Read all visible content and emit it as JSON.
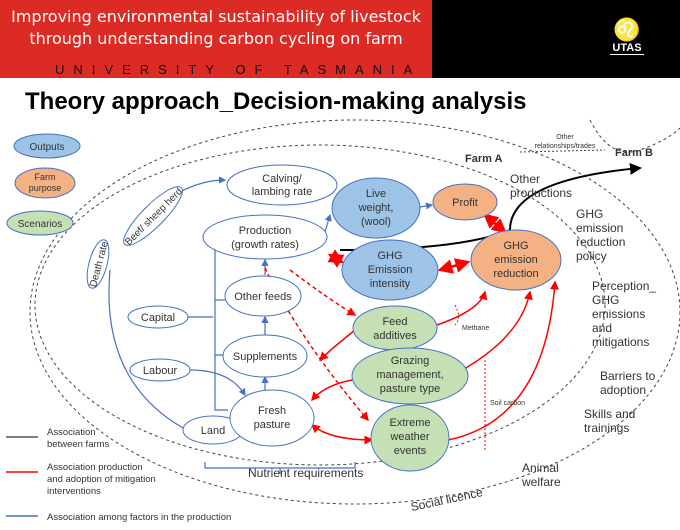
{
  "header": {
    "subtitle_line1": "Improving environmental sustainability of livestock",
    "subtitle_line2": "through understanding carbon cycling on farm",
    "university": "UNIVERSITY OF TASMANIA",
    "logo_text": "UTAS"
  },
  "title": "Theory approach_Decision-making analysis",
  "colors": {
    "blue": "#9dc3e6",
    "orange": "#f4b183",
    "green": "#c5e0b4",
    "red": "#ff0000",
    "edge_blue": "#4472c4"
  },
  "key": {
    "outputs": "Outputs",
    "farm_purpose": [
      "Farm",
      "purpose"
    ],
    "scenarios": "Scenarios"
  },
  "nodes": {
    "calving": [
      "Calving/",
      "lambing rate"
    ],
    "herd": "Beef/ sheep herd",
    "death": "Death rate",
    "production": [
      "Production",
      "(growth rates)"
    ],
    "liveweight": [
      "Live",
      "weight,",
      "(wool)"
    ],
    "profit": "Profit",
    "intensity": [
      "GHG",
      "Emission",
      "intensity"
    ],
    "reduction": [
      "GHG",
      "emission",
      "reduction"
    ],
    "other_feeds": "Other feeds",
    "capital": "Capital",
    "feed_additives": [
      "Feed",
      "additives"
    ],
    "labour": "Labour",
    "supplements": "Supplements",
    "grazing": [
      "Grazing",
      "management,",
      "pasture type"
    ],
    "land": "Land",
    "fresh_pasture": [
      "Fresh",
      "pasture"
    ],
    "extreme": [
      "Extreme",
      "weather",
      "events"
    ]
  },
  "labels": {
    "farm_a": "Farm A",
    "farm_b": "Farm B",
    "other_rel": [
      "Other",
      "relationships/trades"
    ],
    "other_productions": [
      "Other",
      "productions"
    ],
    "policy": [
      "GHG",
      "emission",
      "reduction",
      "policy"
    ],
    "perception": [
      "Perception_",
      "GHG",
      "emissions",
      "and",
      "mitigations"
    ],
    "barriers": [
      "Barriers to",
      "adoption"
    ],
    "skills": [
      "Skills and",
      "trainings"
    ],
    "welfare": [
      "Animal",
      "welfare"
    ],
    "social": "Social licence",
    "methane": "Methane",
    "soil_carbon": "Soil carbon",
    "nutrient": "Nutrient requirements"
  },
  "legend": [
    {
      "label": [
        "Association",
        "between farms"
      ],
      "color": "#555555"
    },
    {
      "label": [
        "Association production",
        "and adoption of mitigation",
        "interventions"
      ],
      "color": "#ff0000"
    },
    {
      "label": [
        "Association among factors in the production"
      ],
      "color": "#4472c4"
    }
  ]
}
